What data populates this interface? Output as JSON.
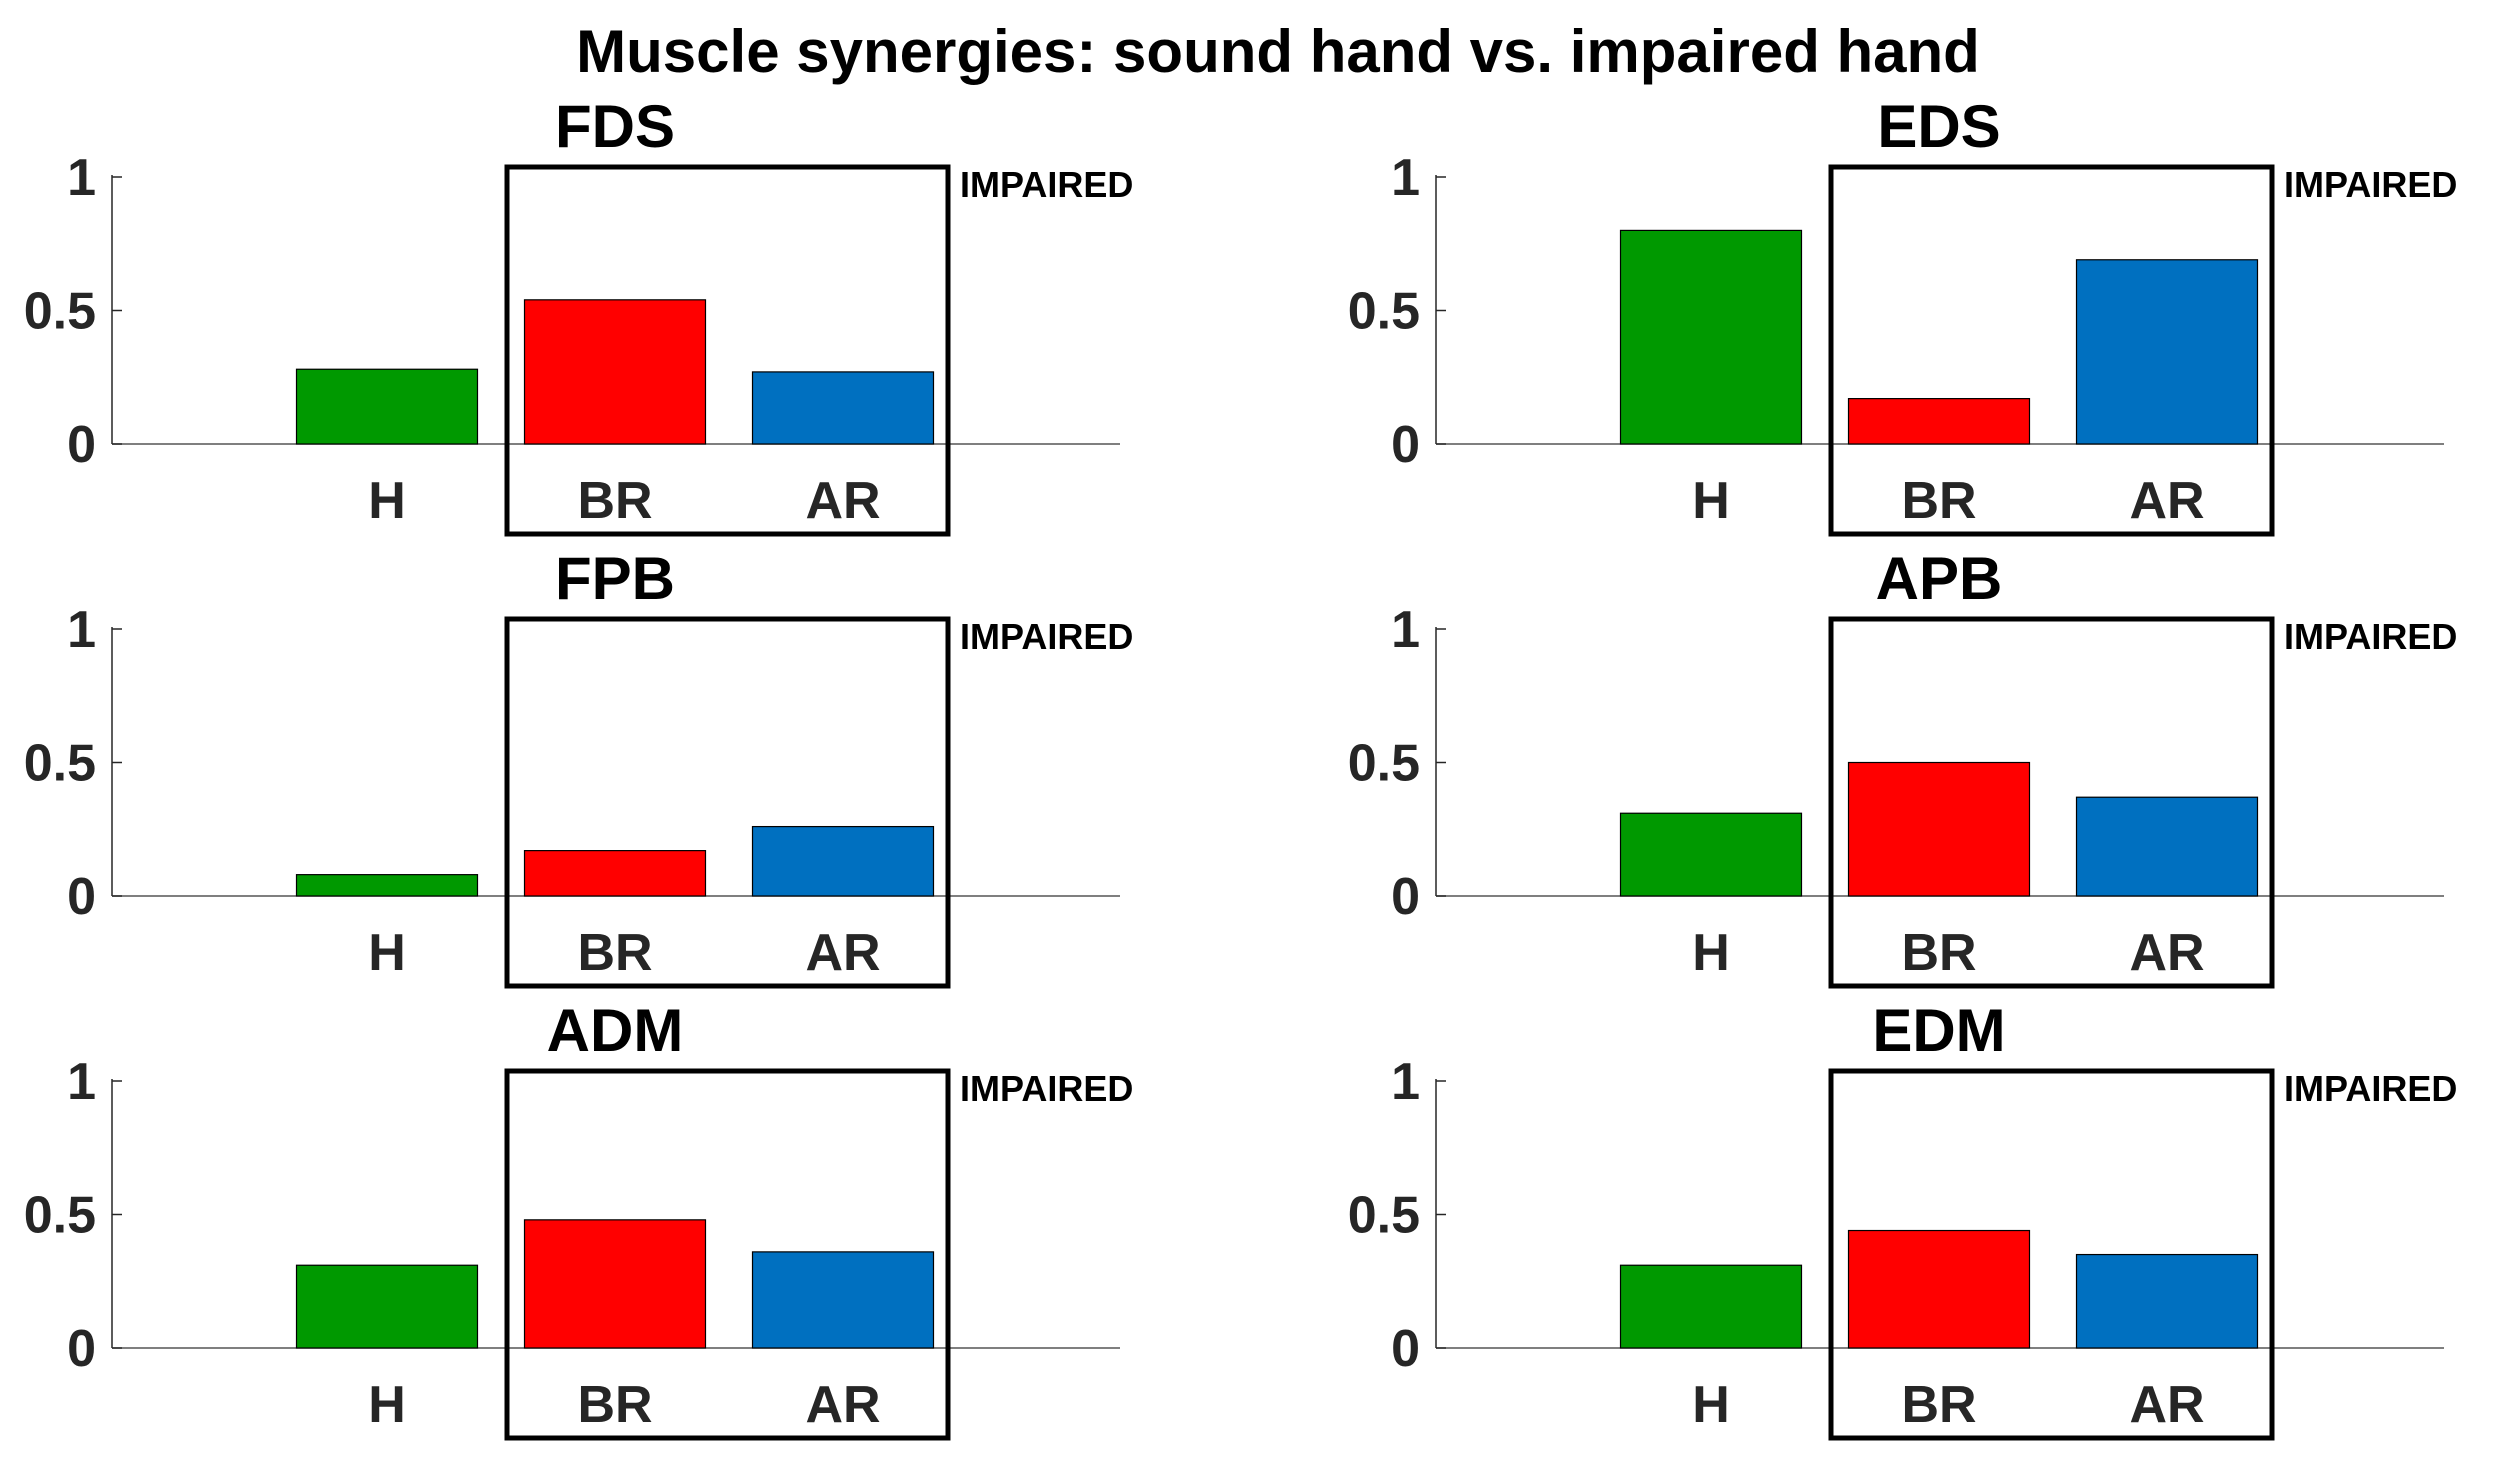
{
  "title": "Muscle synergies: sound hand vs. impaired hand",
  "colors": {
    "H": "#009900",
    "BR": "#ff0000",
    "AR": "#0070c0"
  },
  "chart_data": [
    {
      "type": "bar",
      "title": "FDS",
      "categories": [
        "H",
        "BR",
        "AR"
      ],
      "values": [
        0.28,
        0.54,
        0.27
      ],
      "ylim": [
        0,
        1
      ],
      "yticks": [
        "0",
        "0.5",
        "1"
      ],
      "annotation": "IMPAIRED"
    },
    {
      "type": "bar",
      "title": "EDS",
      "categories": [
        "H",
        "BR",
        "AR"
      ],
      "values": [
        0.8,
        0.17,
        0.69
      ],
      "ylim": [
        0,
        1
      ],
      "yticks": [
        "0",
        "0.5",
        "1"
      ],
      "annotation": "IMPAIRED"
    },
    {
      "type": "bar",
      "title": "FPB",
      "categories": [
        "H",
        "BR",
        "AR"
      ],
      "values": [
        0.08,
        0.17,
        0.26
      ],
      "ylim": [
        0,
        1
      ],
      "yticks": [
        "0",
        "0.5",
        "1"
      ],
      "annotation": "IMPAIRED"
    },
    {
      "type": "bar",
      "title": "APB",
      "categories": [
        "H",
        "BR",
        "AR"
      ],
      "values": [
        0.31,
        0.5,
        0.37
      ],
      "ylim": [
        0,
        1
      ],
      "yticks": [
        "0",
        "0.5",
        "1"
      ],
      "annotation": "IMPAIRED"
    },
    {
      "type": "bar",
      "title": "ADM",
      "categories": [
        "H",
        "BR",
        "AR"
      ],
      "values": [
        0.31,
        0.48,
        0.36
      ],
      "ylim": [
        0,
        1
      ],
      "yticks": [
        "0",
        "0.5",
        "1"
      ],
      "annotation": "IMPAIRED"
    },
    {
      "type": "bar",
      "title": "EDM",
      "categories": [
        "H",
        "BR",
        "AR"
      ],
      "values": [
        0.31,
        0.44,
        0.35
      ],
      "ylim": [
        0,
        1
      ],
      "yticks": [
        "0",
        "0.5",
        "1"
      ],
      "annotation": "IMPAIRED"
    }
  ]
}
